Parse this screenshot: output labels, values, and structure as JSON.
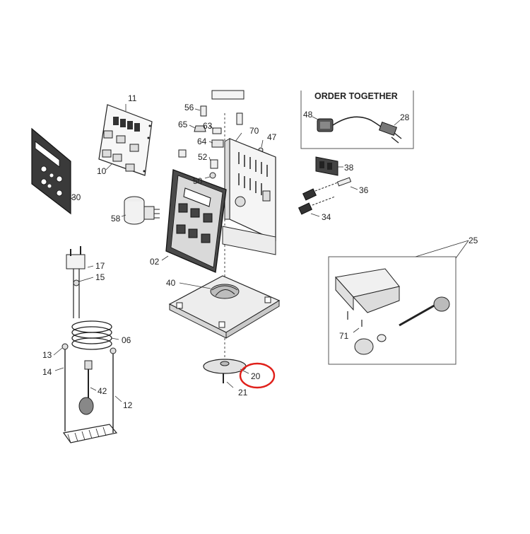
{
  "diagram": {
    "order_together_title": "ORDER TOGETHER",
    "highlight_color": "#e0201a",
    "line_color": "#333333",
    "part_labels": {
      "p02": "02",
      "p06": "06",
      "p10": "10",
      "p11": "11",
      "p12": "12",
      "p13": "13",
      "p14": "14",
      "p15": "15",
      "p17": "17",
      "p20": "20",
      "p21": "21",
      "p25": "25",
      "p28": "28",
      "p30": "30",
      "p34": "34",
      "p36": "36",
      "p38": "38",
      "p40": "40",
      "p42": "42",
      "p47": "47",
      "p48": "48",
      "p50": "50",
      "p52": "52",
      "p56": "56",
      "p58": "58",
      "p63": "63",
      "p64": "64",
      "p65": "65",
      "p70": "70",
      "p71": "71"
    },
    "highlighted_part": "20"
  }
}
